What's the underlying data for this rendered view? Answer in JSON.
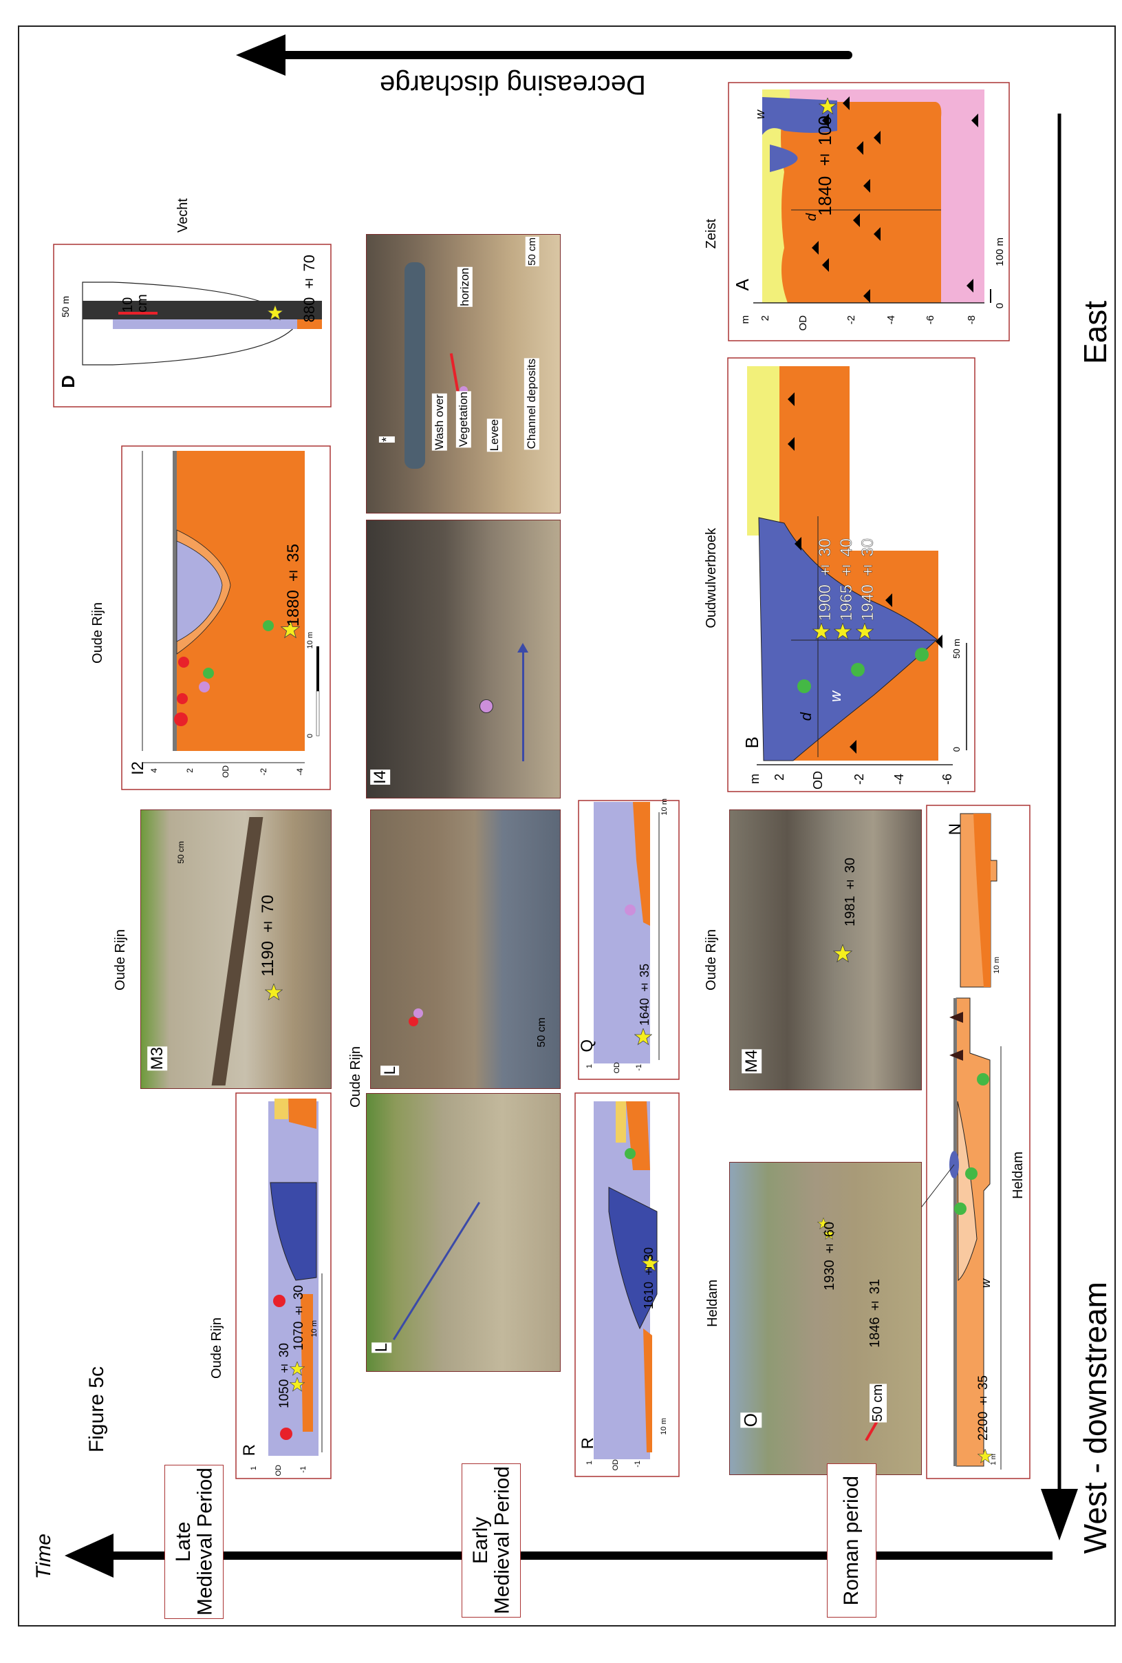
{
  "figure_label": "Figure 5c",
  "axes": {
    "time": "Time",
    "east": "East",
    "west": "West - downstream",
    "discharge": "Decreasing discharge"
  },
  "periods": [
    {
      "line1": "Late",
      "line2": "Medieval Period"
    },
    {
      "line1": "Early",
      "line2": "Medieval Period"
    },
    {
      "line1": "Roman period",
      "line2": ""
    }
  ],
  "sites": {
    "vecht": "Vecht",
    "zeist": "Zeist",
    "oude_rijn_i2": "Oude Rijn",
    "oude_rijn_m3": "Oude Rijn",
    "oude_rijn_l": "Oude Rijn",
    "oude_rijn_m4": "Oude Rijn",
    "oude_rijn_r": "Oude Rijn",
    "oudwulverbroek": "Oudwulverbroek",
    "heldam_o": "Heldam",
    "heldam_section": "Heldam"
  },
  "panels": {
    "D": {
      "letter": "D",
      "scale": "50 m",
      "bar": "10 cm",
      "date": "880 ± 70"
    },
    "A": {
      "letter": "A",
      "w": "w",
      "d": "d",
      "date": "1840 ± 100",
      "axis": [
        "m",
        "2",
        "OD",
        "-2",
        "-4",
        "-6",
        "-8"
      ],
      "scale0": "0",
      "scale": "100 m"
    },
    "photo_wash": {
      "star": "*",
      "wash_over": "Wash over",
      "vegetation": "Vegetation",
      "levee": "Levee",
      "channel": "Channel deposits",
      "horizon": "horizon",
      "scale": "50 cm"
    },
    "I2": {
      "letter": "I2",
      "axis": [
        "4",
        "2",
        "OD",
        "-2",
        "-4"
      ],
      "date": "1880 ± 35",
      "scale0": "0",
      "scale": "10 m"
    },
    "I4": {
      "letter": "I4"
    },
    "B": {
      "letter": "B",
      "d": "d",
      "w": "w",
      "dates": [
        "1900 ± 30",
        "1965 ± 40",
        "1940 ± 30"
      ],
      "axis": [
        "m",
        "2",
        "OD",
        "-2",
        "-4",
        "-6"
      ],
      "scale0": "0",
      "scale": "50 m"
    },
    "M3": {
      "letter": "M3",
      "date": "1190 ± 70",
      "scale": "50 cm"
    },
    "L_right": {
      "letter": "L",
      "scale": "50 cm"
    },
    "Q": {
      "letter": "Q",
      "axis": [
        "1",
        "OD",
        "-1"
      ],
      "date": "1640 ± 35",
      "scale": "10 m"
    },
    "M4": {
      "letter": "M4",
      "date": "1981 ± 30"
    },
    "R_top": {
      "letter": "R",
      "axis": [
        "1",
        "OD",
        "-1"
      ],
      "dates": [
        "1050 ± 30",
        "1070 ± 30"
      ],
      "scale": "10 m"
    },
    "L_left": {
      "letter": "L"
    },
    "R_mid": {
      "letter": "R",
      "axis": [
        "1",
        "OD",
        "-1"
      ],
      "date": "1610 ± 30",
      "scale": "10 m"
    },
    "O": {
      "letter": "O",
      "dates": [
        "1930 ± 60",
        "1846 ± 31"
      ],
      "scale": "50 cm"
    },
    "Heldam_section": {
      "N": "N",
      "scale": "10 m",
      "w": "w",
      "date": "2200 ± 35",
      "scale_v": "1 m"
    }
  },
  "colors": {
    "orange": "#f07a22",
    "light_orange": "#f5a05a",
    "yellow": "#f2f07a",
    "blue": "#5563b8",
    "lavender": "#aeaee0",
    "pink": "#f2b2d8",
    "green": "#44b845",
    "red": "#e8212a",
    "violet": "#cc8fdb",
    "star": "#f5ee1e"
  }
}
